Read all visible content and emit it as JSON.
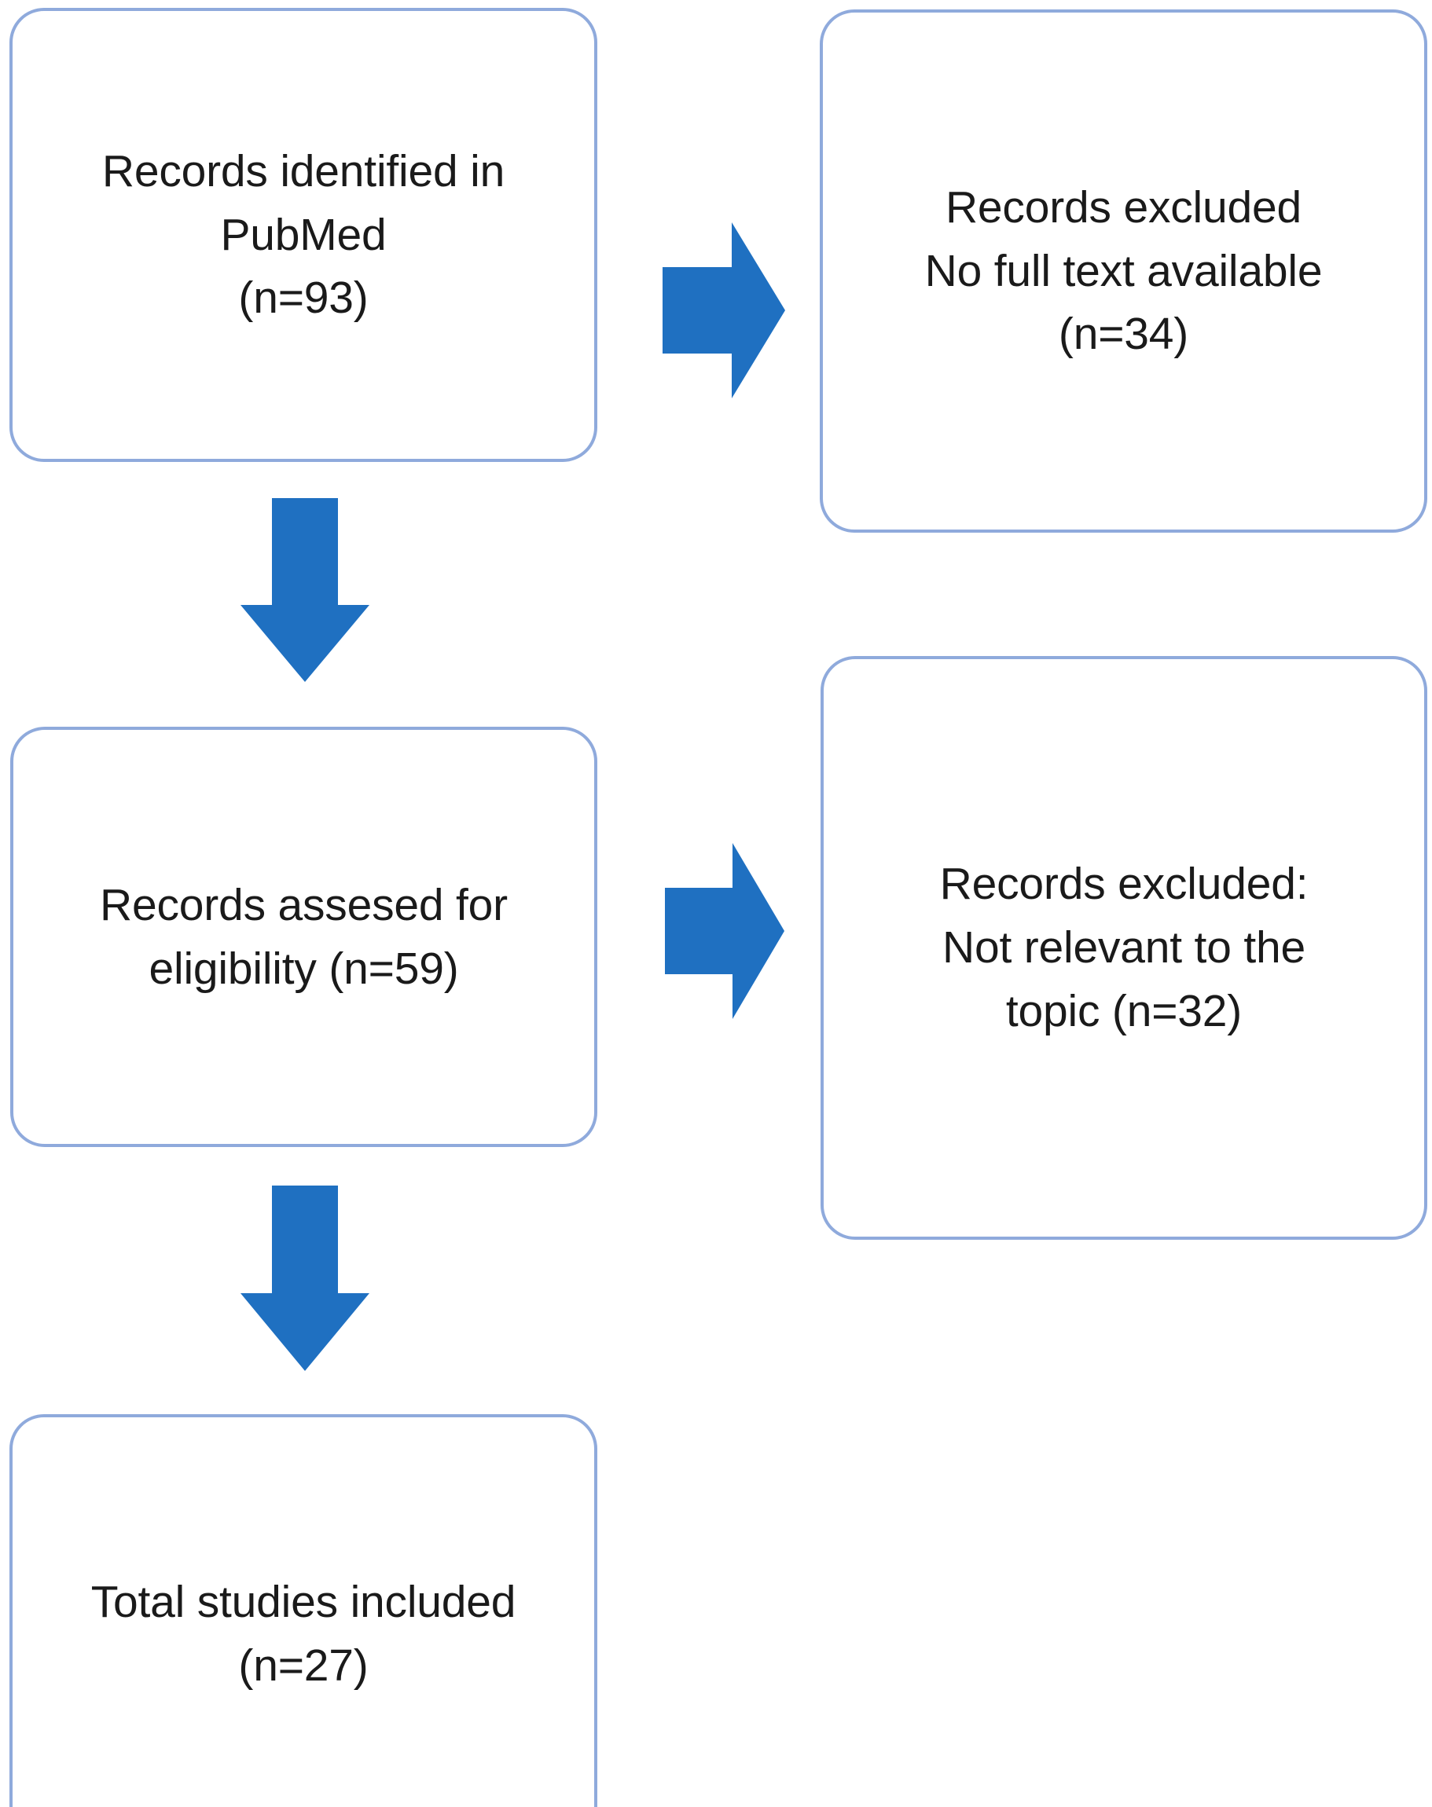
{
  "diagram": {
    "title": "PRISMA study selection flow diagram",
    "type": "flowchart",
    "colors": {
      "box_border": "#8FAADC",
      "box_fill": "#FFFFFF",
      "arrow_fill": "#1F70C1",
      "text": "#1A1A1A",
      "background": "#FFFFFF"
    },
    "nodes": [
      {
        "id": "identified",
        "name": "records-identified",
        "text": "Records identified in\nPubMed\n(n=93)",
        "count": 93,
        "stage": "identification"
      },
      {
        "id": "excluded-1",
        "name": "records-excluded-no-full-text",
        "text": "Records excluded\nNo full text available\n(n=34)",
        "count": 34,
        "stage": "screening"
      },
      {
        "id": "assessed",
        "name": "records-assessed-eligibility",
        "text": "Records assesed for\neligibility (n=59)",
        "count": 59,
        "stage": "eligibility"
      },
      {
        "id": "excluded-2",
        "name": "records-excluded-not-relevant",
        "text": "Records excluded:\nNot relevant to the\ntopic (n=32)",
        "count": 32,
        "stage": "eligibility"
      },
      {
        "id": "included",
        "name": "total-studies-included",
        "text": "Total studies included\n(n=27)",
        "count": 27,
        "stage": "included"
      }
    ],
    "edges": [
      {
        "id": "e1",
        "from": "identified",
        "to": "excluded-1",
        "direction": "right"
      },
      {
        "id": "e2",
        "from": "identified",
        "to": "assessed",
        "direction": "down"
      },
      {
        "id": "e3",
        "from": "assessed",
        "to": "excluded-2",
        "direction": "right"
      },
      {
        "id": "e4",
        "from": "assessed",
        "to": "included",
        "direction": "down"
      }
    ]
  }
}
